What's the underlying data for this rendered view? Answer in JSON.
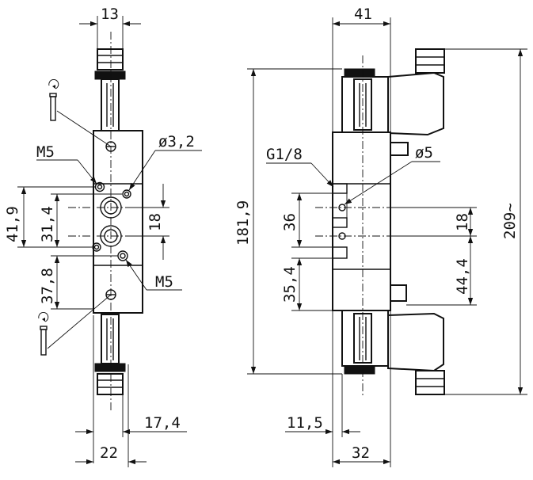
{
  "dimensions": {
    "left_top_width": "13",
    "left_height_upper": "41,9",
    "left_port_spacing": "31,4",
    "left_height_lower": "37,8",
    "left_port_small": "18",
    "left_offset_right": "17,4",
    "left_bottom_width": "22",
    "right_top_width": "41",
    "right_total_height": "181,9",
    "right_overall_height": "209~",
    "right_port_upper": "36",
    "right_port_lower": "35,4",
    "right_port_small": "18",
    "right_port_side": "44,4",
    "right_offset_left": "11,5",
    "right_bottom_width": "32"
  },
  "callouts": {
    "m5_upper": "M5",
    "m5_lower": "M5",
    "diameter_small": "ø3,2",
    "diameter_large": "ø5",
    "thread_port": "G1/8"
  },
  "icons": {
    "upper_manual_override": "screwdriver-rotate-icon",
    "lower_manual_override": "screwdriver-rotate-icon"
  }
}
